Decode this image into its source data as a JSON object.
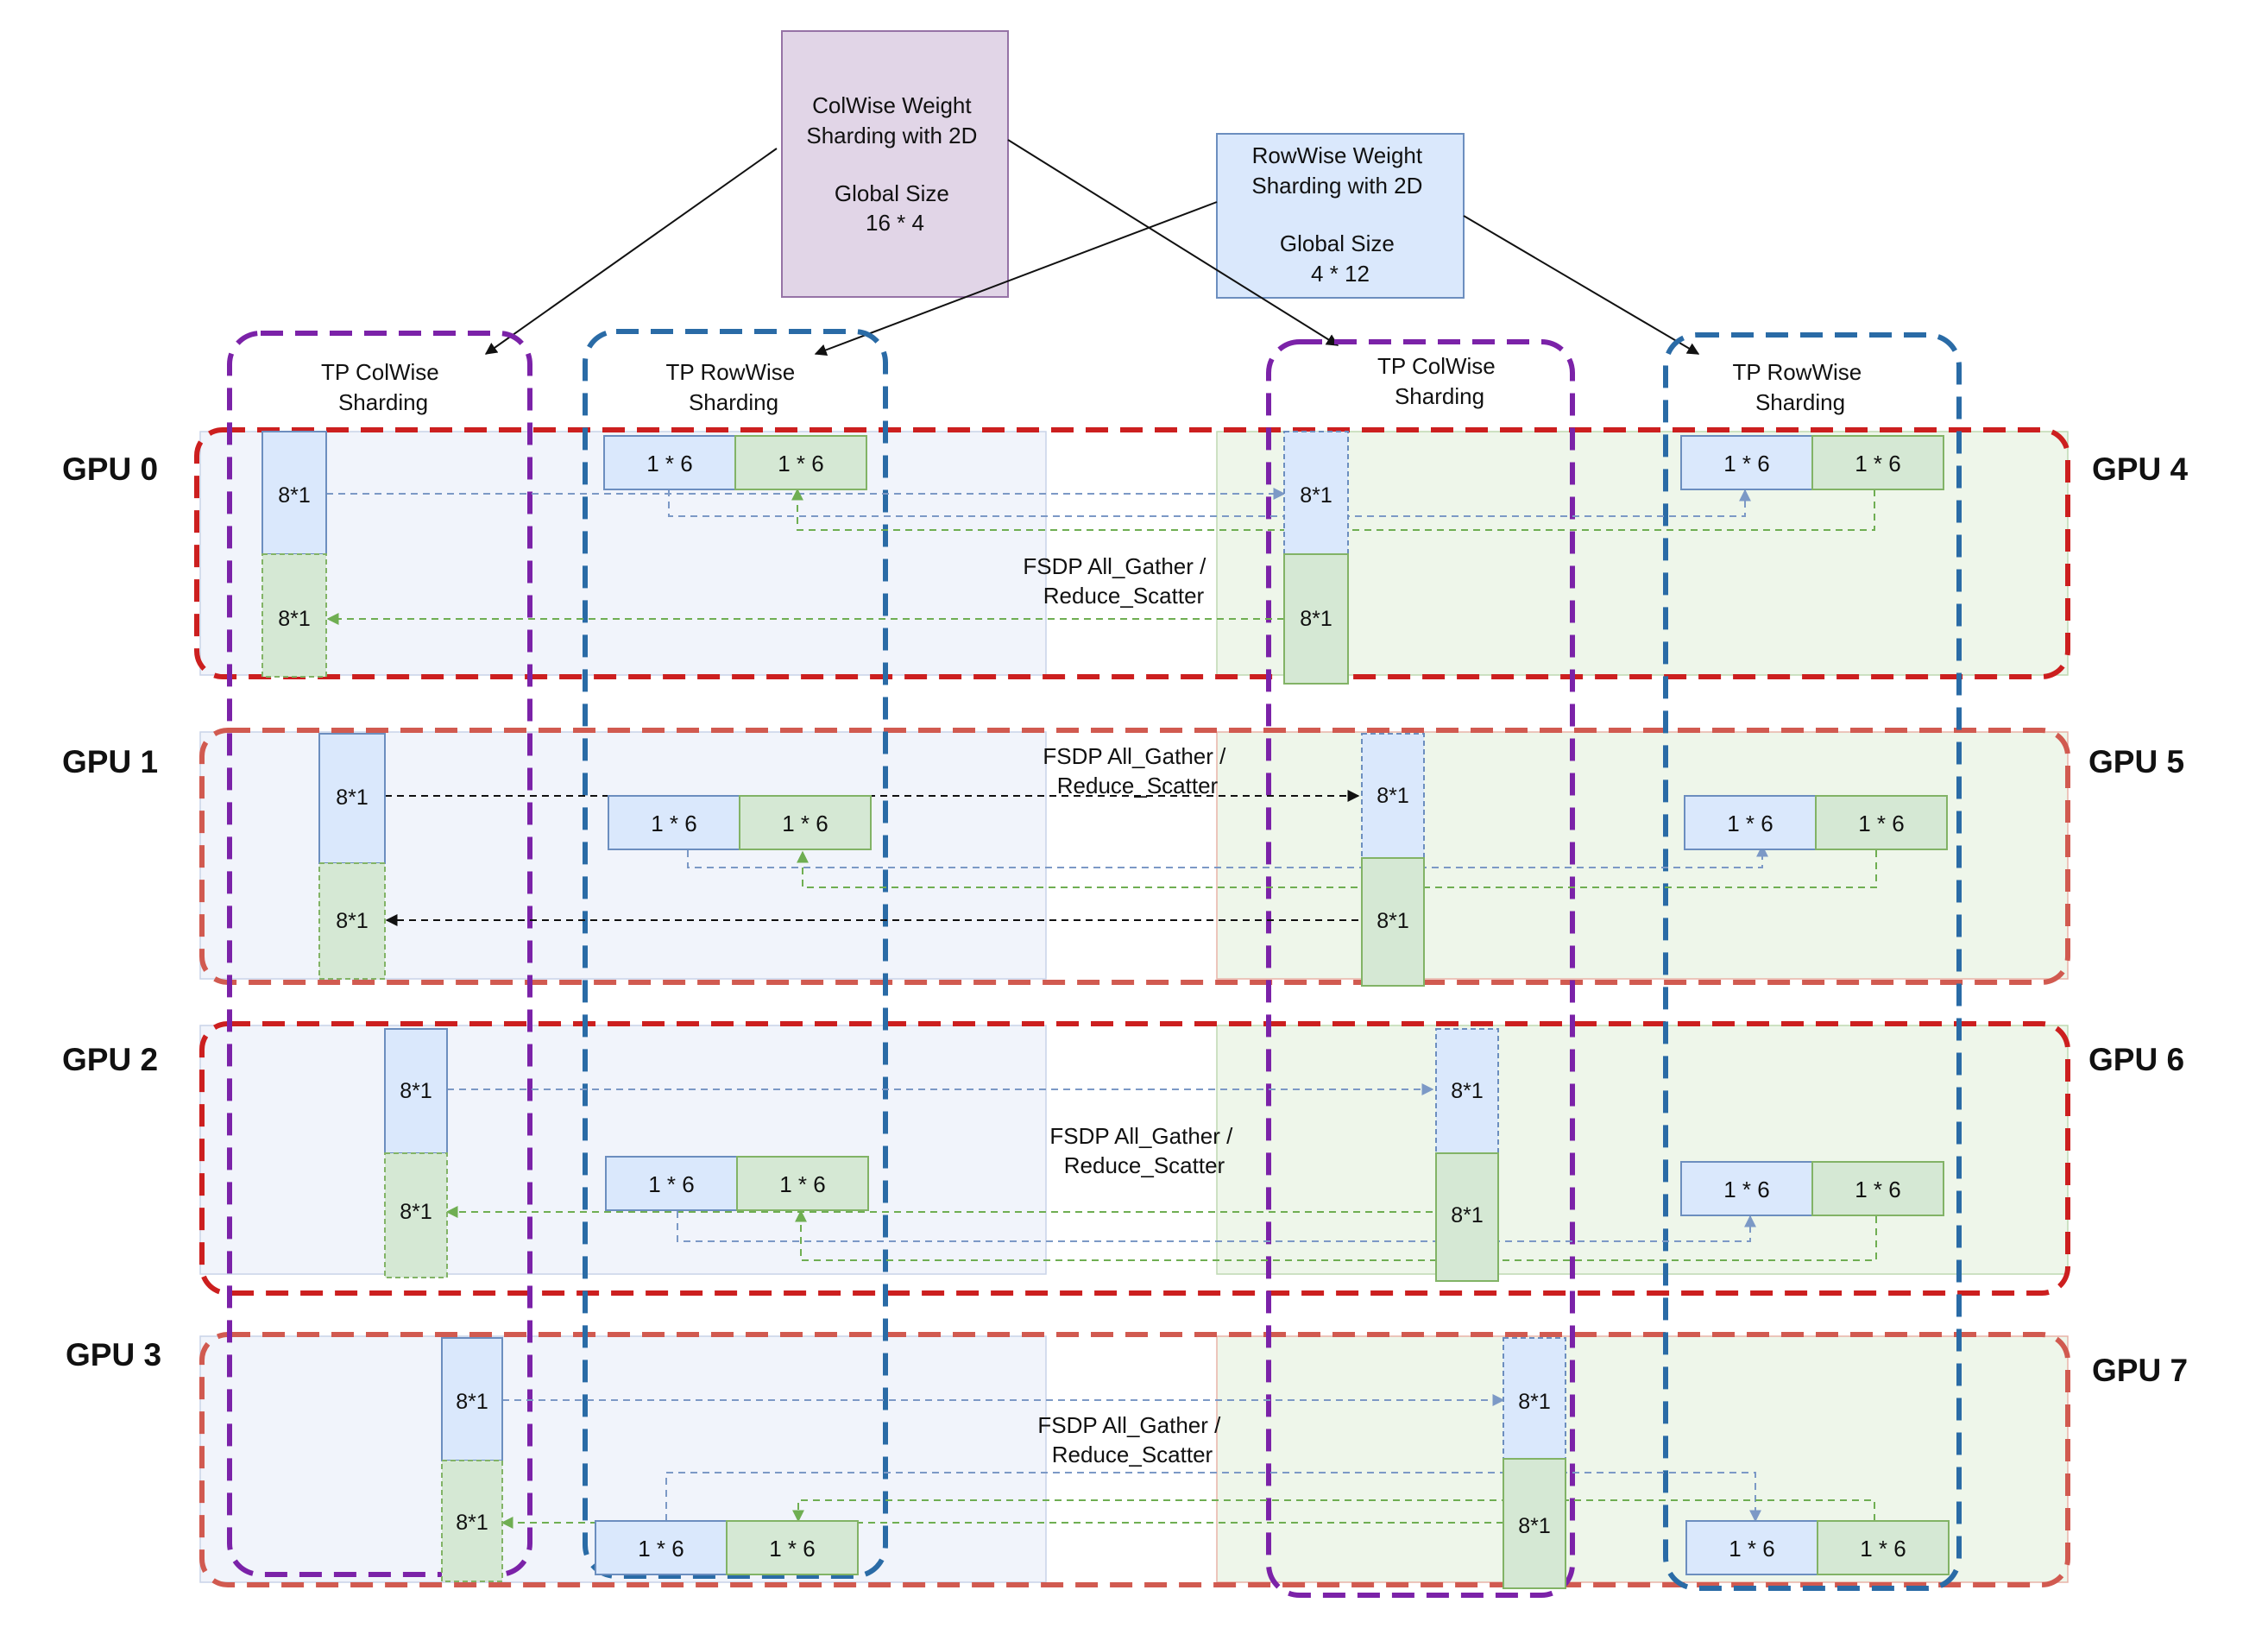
{
  "colors": {
    "colwise_fill": "#e1d5e7",
    "colwise_stroke": "#9673a6",
    "rowwise_fill": "#dae8fc",
    "rowwise_stroke": "#6c8ebf",
    "shard_blue_fill": "#dae8fc",
    "shard_blue_stroke": "#6c8ebf",
    "shard_green_fill": "#d5e8d4",
    "shard_green_stroke": "#82b366",
    "gpu_group_stroke": "#cc1f1f",
    "tp_col_stroke": "#7b22a8",
    "tp_row_stroke": "#2a6ba6",
    "arrow_blue": "#7c99c6",
    "arrow_green": "#6fae52",
    "arrow_black": "#111111"
  },
  "top_boxes": {
    "colwise": [
      "ColWise Weight",
      "Sharding with 2D",
      "",
      "Global Size",
      "16 * 4"
    ],
    "rowwise": [
      "RowWise Weight",
      "Sharding with 2D",
      "",
      "Global Size",
      "4 * 12"
    ]
  },
  "tp_groups": {
    "left_col": [
      "TP ColWise",
      "Sharding"
    ],
    "left_row": [
      "TP RowWise",
      "Sharding"
    ],
    "right_col": [
      "TP ColWise",
      "Sharding"
    ],
    "right_row": [
      "TP RowWise",
      "Sharding"
    ]
  },
  "gpus": {
    "left": [
      "GPU 0",
      "GPU 1",
      "GPU 2",
      "GPU 3"
    ],
    "right": [
      "GPU 4",
      "GPU 5",
      "GPU 6",
      "GPU 7"
    ]
  },
  "shard_labels": {
    "col": "8*1",
    "row": "1 * 6"
  },
  "fsdp_label": [
    "FSDP All_Gather /",
    "Reduce_Scatter"
  ]
}
